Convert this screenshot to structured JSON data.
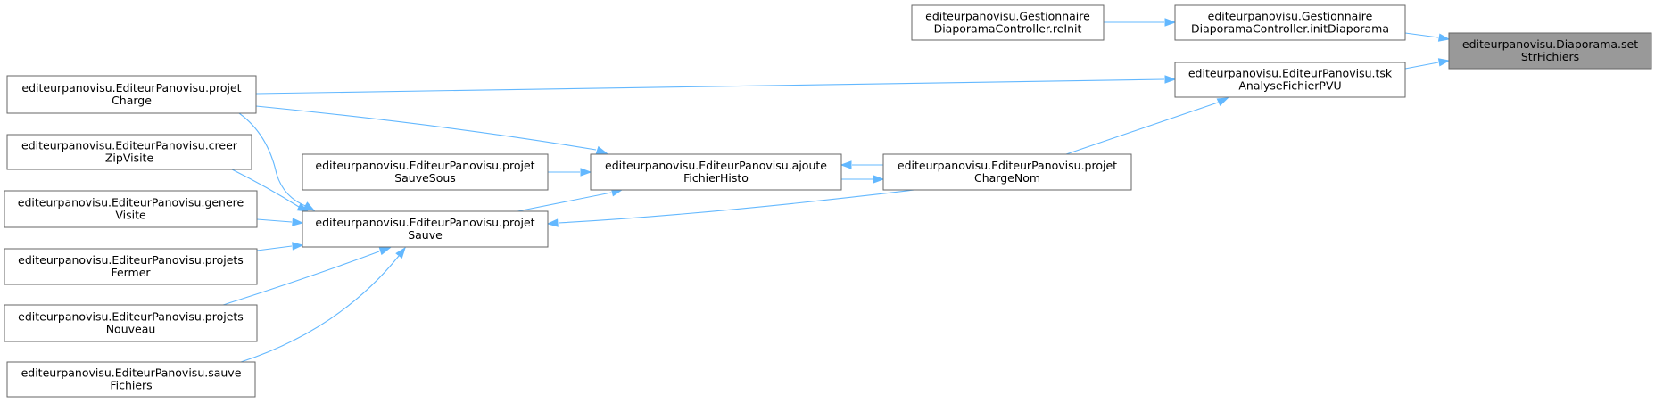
{
  "diagram": {
    "type": "doxygen-caller-graph",
    "colors": {
      "edge": "#63b8ff",
      "node_border": "#666666",
      "root_fill": "#999999",
      "node_fill": "#ffffff",
      "text": "#000000"
    },
    "nodes": [
      {
        "id": "root",
        "lines": [
          "editeurpanovisu.Diaporama.set",
          "StrFichiers"
        ],
        "highlighted": true
      },
      {
        "id": "initDiaporama",
        "lines": [
          "editeurpanovisu.Gestionnaire",
          "DiaporamaController.initDiaporama"
        ]
      },
      {
        "id": "reInit",
        "lines": [
          "editeurpanovisu.Gestionnaire",
          "DiaporamaController.reInit"
        ]
      },
      {
        "id": "tskAnalyse",
        "lines": [
          "editeurpanovisu.EditeurPanovisu.tsk",
          "AnalyseFichierPVU"
        ]
      },
      {
        "id": "projetCharge",
        "lines": [
          "editeurpanovisu.EditeurPanovisu.projet",
          "Charge"
        ]
      },
      {
        "id": "projetChargeNom",
        "lines": [
          "editeurpanovisu.EditeurPanovisu.projet",
          "ChargeNom"
        ]
      },
      {
        "id": "ajouteFichierHisto",
        "lines": [
          "editeurpanovisu.EditeurPanovisu.ajoute",
          "FichierHisto"
        ]
      },
      {
        "id": "projetSauveSous",
        "lines": [
          "editeurpanovisu.EditeurPanovisu.projet",
          "SauveSous"
        ]
      },
      {
        "id": "projetSauve",
        "lines": [
          "editeurpanovisu.EditeurPanovisu.projet",
          "Sauve"
        ]
      },
      {
        "id": "creerZipVisite",
        "lines": [
          "editeurpanovisu.EditeurPanovisu.creer",
          "ZipVisite"
        ]
      },
      {
        "id": "genereVisite",
        "lines": [
          "editeurpanovisu.EditeurPanovisu.genere",
          "Visite"
        ]
      },
      {
        "id": "projetsFermer",
        "lines": [
          "editeurpanovisu.EditeurPanovisu.projets",
          "Fermer"
        ]
      },
      {
        "id": "projetsNouveau",
        "lines": [
          "editeurpanovisu.EditeurPanovisu.projets",
          "Nouveau"
        ]
      },
      {
        "id": "sauveFichiers",
        "lines": [
          "editeurpanovisu.EditeurPanovisu.sauve",
          "Fichiers"
        ]
      }
    ],
    "edges": [
      {
        "from": "initDiaporama",
        "to": "root"
      },
      {
        "from": "tskAnalyse",
        "to": "root"
      },
      {
        "from": "reInit",
        "to": "initDiaporama"
      },
      {
        "from": "projetCharge",
        "to": "tskAnalyse"
      },
      {
        "from": "projetChargeNom",
        "to": "tskAnalyse"
      },
      {
        "from": "projetCharge",
        "to": "ajouteFichierHisto"
      },
      {
        "from": "projetCharge",
        "to": "projetSauve"
      },
      {
        "from": "projetSauveSous",
        "to": "ajouteFichierHisto"
      },
      {
        "from": "projetSauve",
        "to": "ajouteFichierHisto"
      },
      {
        "from": "projetChargeNom",
        "to": "ajouteFichierHisto"
      },
      {
        "from": "ajouteFichierHisto",
        "to": "projetChargeNom"
      },
      {
        "from": "projetChargeNom",
        "to": "projetSauve"
      },
      {
        "from": "creerZipVisite",
        "to": "projetSauve"
      },
      {
        "from": "genereVisite",
        "to": "projetSauve"
      },
      {
        "from": "projetsFermer",
        "to": "projetSauve"
      },
      {
        "from": "projetsNouveau",
        "to": "projetSauve"
      },
      {
        "from": "sauveFichiers",
        "to": "projetSauve"
      }
    ]
  }
}
